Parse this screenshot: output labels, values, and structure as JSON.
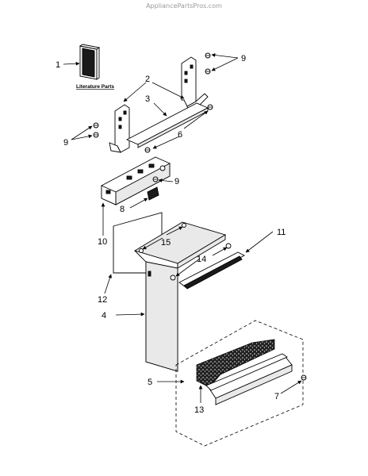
{
  "watermark": "AppliancePartsPros.com",
  "literature_label": "Literature Parts",
  "callouts": {
    "c1": "1",
    "c2": "2",
    "c3": "3",
    "c4": "4",
    "c5": "5",
    "c6": "6",
    "c7": "7",
    "c8": "8",
    "c9a": "9",
    "c9b": "9",
    "c9c": "9",
    "c10": "10",
    "c11": "11",
    "c12": "12",
    "c13": "13",
    "c14": "14",
    "c15": "15"
  }
}
